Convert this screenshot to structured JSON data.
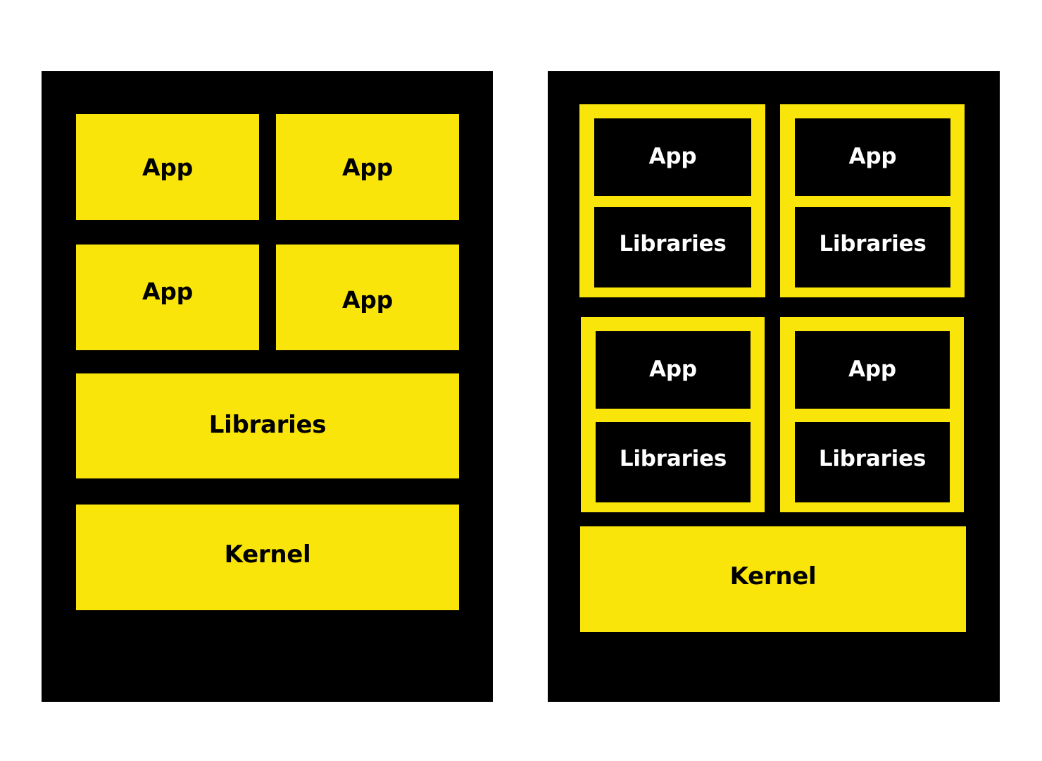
{
  "diagram": {
    "type": "architecture-comparison",
    "colors": {
      "accent_yellow": "#FAE50A",
      "panel_background": "#000000",
      "page_background": "#FFFFFF",
      "light_text": "#FFFFFF",
      "dark_text": "#000000"
    },
    "panels": [
      {
        "id": "traditional",
        "name": "traditional-stack-panel",
        "style": "filled-yellow-blocks-on-black",
        "rows": [
          {
            "name": "app-row-1",
            "blocks": [
              {
                "label": "App"
              },
              {
                "label": "App"
              }
            ]
          },
          {
            "name": "app-row-2",
            "blocks": [
              {
                "label": "App"
              },
              {
                "label": "App"
              }
            ]
          },
          {
            "name": "libraries-row",
            "blocks": [
              {
                "label": "Libraries"
              }
            ]
          },
          {
            "name": "kernel-row",
            "blocks": [
              {
                "label": "Kernel"
              }
            ]
          }
        ]
      },
      {
        "id": "containers",
        "name": "containerized-stack-panel",
        "style": "yellow-outlined-cards-with-black-inner-boxes",
        "cards": [
          {
            "name": "container-card-1",
            "app_label": "App",
            "libraries_label": "Libraries"
          },
          {
            "name": "container-card-2",
            "app_label": "App",
            "libraries_label": "Libraries"
          },
          {
            "name": "container-card-3",
            "app_label": "App",
            "libraries_label": "Libraries"
          },
          {
            "name": "container-card-4",
            "app_label": "App",
            "libraries_label": "Libraries"
          }
        ],
        "kernel": {
          "label": "Kernel"
        }
      }
    ]
  }
}
